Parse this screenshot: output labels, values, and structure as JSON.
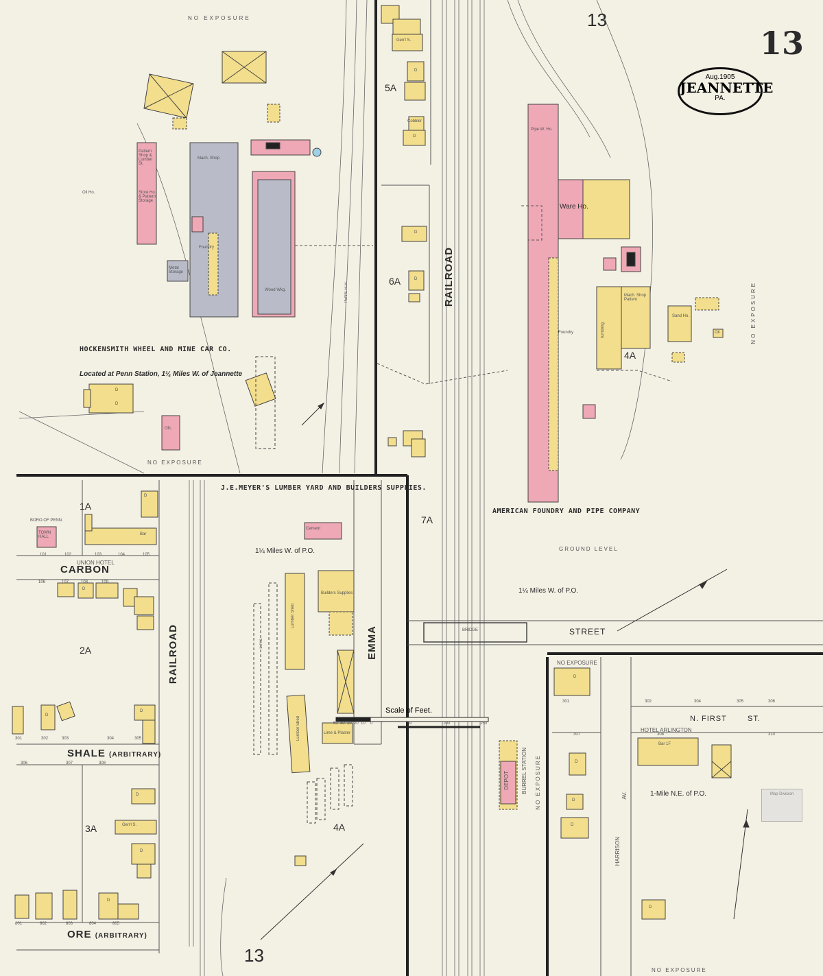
{
  "header": {
    "sheet_number": "13",
    "page_number_top": "13",
    "page_number_bottom": "13",
    "date": "Aug.1905",
    "city": "JEANNETTE",
    "state": "PA."
  },
  "margins": {
    "top": "NO  EXPOSURE",
    "right": "NO  EXPOSURE",
    "bottom_right": "NO  EXPOSURE",
    "left_block": "NO  EXPOSURE",
    "lower_block": "NO EXPOSURE",
    "vertical": "NO  EXPOSURE"
  },
  "streets": {
    "carbon": "CARBON",
    "shale": "SHALE",
    "shale_note": "(ARBITRARY)",
    "ore": "ORE",
    "ore_note": "(ARBITRARY)",
    "street": "STREET",
    "bridge": "BRIDGE",
    "first": "N. FIRST",
    "first_suffix": "ST.",
    "emma": "EMMA",
    "harrison": "HARRISON",
    "harrison_suffix": "AV.",
    "railroad_left": "RAILROAD",
    "railroad_center": "RAILROAD",
    "penn_rr": "PENN. R.R.",
    "ground_level": "GROUND  LEVEL"
  },
  "sections": [
    "1A",
    "2A",
    "3A",
    "4A",
    "4A",
    "5A",
    "6A",
    "7A"
  ],
  "companies": {
    "hockensmith": "HOCKENSMITH  WHEEL  AND  MINE  CAR  CO.",
    "hockensmith_location": "Located at Penn Station, 1¼ Miles W. of Jeannette",
    "meyers": "J.E.MEYER'S LUMBER YARD AND BUILDERS SUPPLIES.",
    "american": "AMERICAN FOUNDRY AND PIPE COMPANY"
  },
  "places": {
    "union_hotel": "UNION HOTEL",
    "hotel_arlington": "HOTEL ARLINGTON",
    "town_hall": "TOWN HALL",
    "boro_penn": "BORO.OF PENN.",
    "depot": "DEPOT",
    "burrel_station": "BURREL STATION",
    "dist_po_1": "1¼ Miles W. of P.O.",
    "dist_po_2": "1¼ Miles W. of P.O.",
    "dist_po_3": "1-Mile N.E. of P.O."
  },
  "building_labels": {
    "mach_shop": "Mach. Shop",
    "foundry": "Foundry",
    "wood_wkg": "Wood Wkg.",
    "metal_storage": "Metal Storage",
    "pattern_shop": "Pattern Shop & Lumber St.",
    "store_pattern": "Store Ho. & Pattern Storage",
    "oil_ho": "Oil Ho.",
    "lumber_shed": "Lumber Shed",
    "lumber_shed_2": "Lumber Shed",
    "builders_supplies": "Builders Supplies",
    "warehouse": "Ware Ho.",
    "american_foundry": "Foundry",
    "tumbling": "Tumbling",
    "mach_shop_pattern": "Mach. Shop Pattern",
    "sand_ho": "Sand Ho.",
    "oil": "Oil",
    "bar": "Bar",
    "bar_1f": "Bar 1F",
    "genl_s": "Gen'l S.",
    "genl_s_top": "Gen'l S.",
    "cobbler": "Cobbler",
    "ofc": "Ofc.",
    "pipe_wh": "Pipe W. Ho.",
    "lime_plaster": "Lime & Plaster",
    "cement": "Cement",
    "lp_s": "L.P.S."
  },
  "dwelling": "D",
  "lot_numbers": {
    "carbon": [
      "101",
      "102",
      "103",
      "104",
      "105"
    ],
    "carbon_south": [
      "106",
      "107",
      "108",
      "109"
    ],
    "shale_north": [
      "301",
      "302",
      "303",
      "304",
      "305"
    ],
    "shale_south": [
      "306",
      "307",
      "308"
    ],
    "ore": [
      "801",
      "802",
      "803",
      "804",
      "805"
    ],
    "first": [
      "301",
      "302",
      "304",
      "305",
      "306",
      "307",
      "308",
      "310"
    ]
  },
  "scale": {
    "title": "Scale of Feet.",
    "ticks": [
      "50",
      "40",
      "30",
      "20",
      "10",
      "0",
      "50",
      "100",
      "150"
    ]
  },
  "stamp": "Map Division",
  "colors": {
    "brick": "#efa8b6",
    "frame": "#f2de8c",
    "iron": "#b9bcc8",
    "paper": "#f3f0e4",
    "ink": "#2b2b2b"
  }
}
